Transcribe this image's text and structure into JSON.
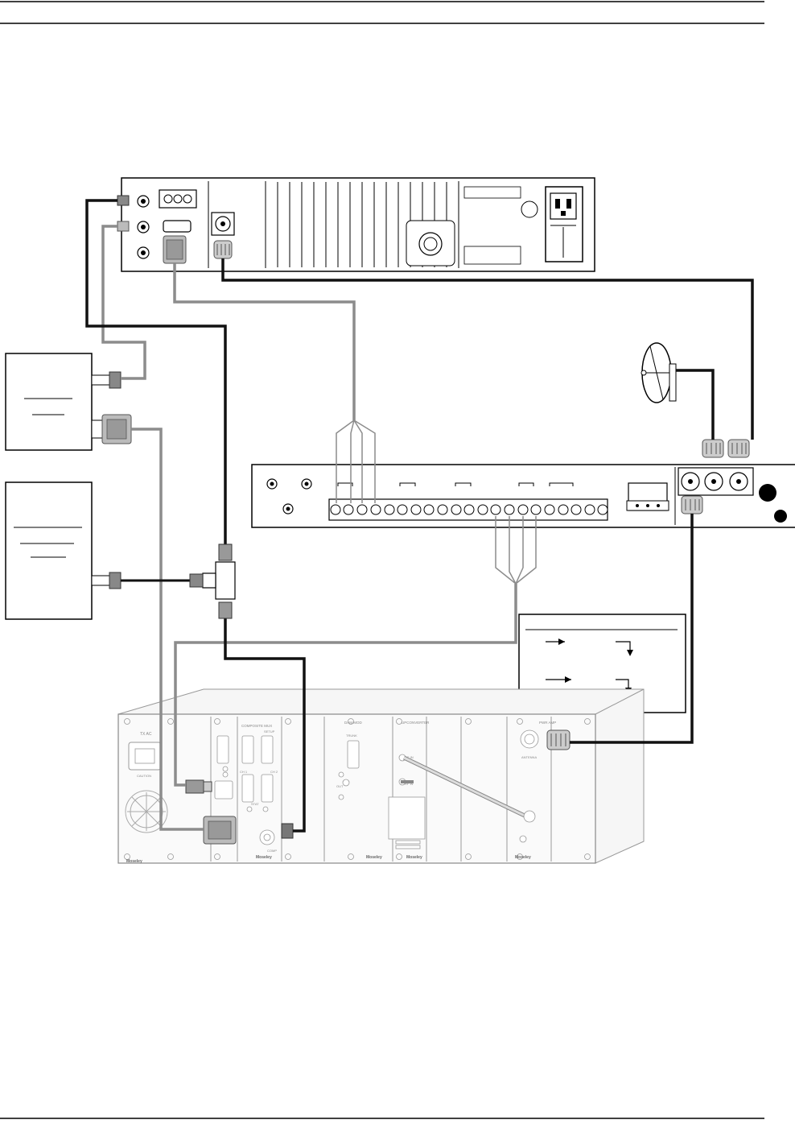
{
  "diagram": {
    "chassis_labels": {
      "brand_a": "Moseley",
      "brand_b": "Moseley",
      "brand_c": "Moseley",
      "brand_d": "Moseley",
      "brand_e": "Moseley",
      "mod_psu": "TX AC",
      "mod_mux": "COMPOSITE MUX",
      "mod_mux_sub": "SETUP",
      "mod_dam": "DAM MOD",
      "mod_dam_sub": "TRUNK",
      "mod_upc": "UPCONVERTER",
      "mod_upc_sub": "IF IN",
      "mod_pa": "PWR AMP",
      "mod_pa_sub": "ANTENNA",
      "mod_ch1": "CH 1",
      "mod_ch2": "CH 2",
      "mod_stat": "STAT",
      "mod_comp": "COMP",
      "mod_rf": "RF IN",
      "mod_out": "OUT",
      "mod_caution": "CAUTION"
    },
    "colors": {
      "black_cable": "#111111",
      "gray_cable": "#8c8c8c",
      "chassis_fill": "#f4f4f4"
    }
  }
}
